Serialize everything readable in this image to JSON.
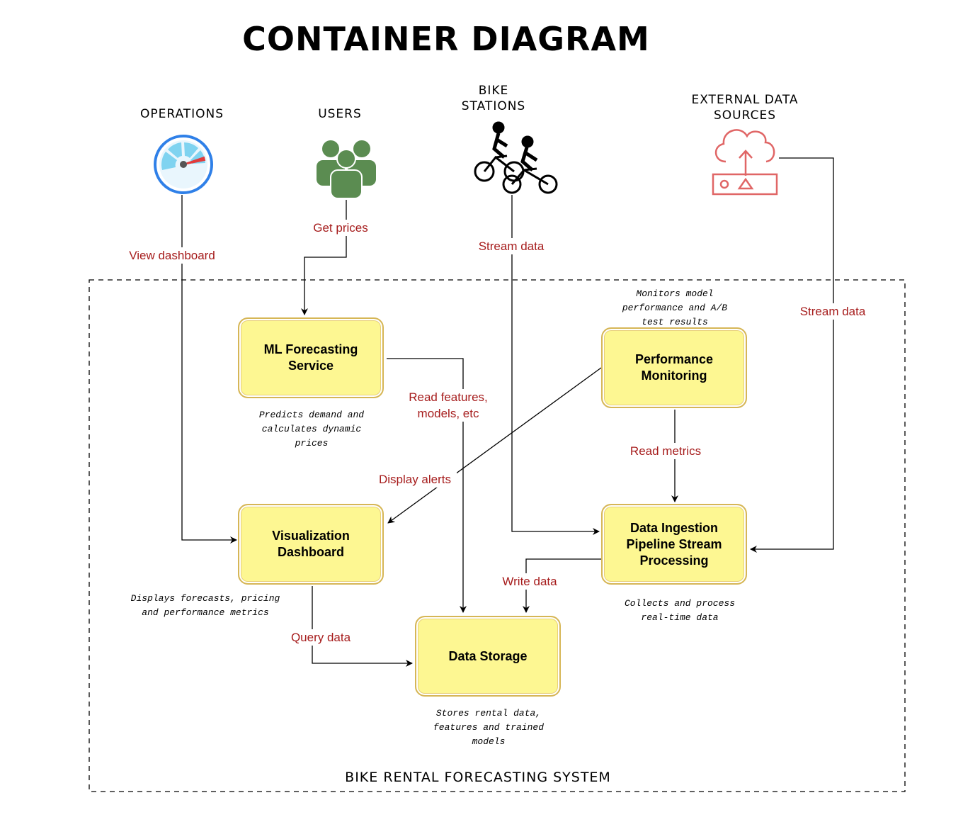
{
  "title": "CONTAINER DIAGRAM",
  "system_label": "BIKE RENTAL FORECASTING SYSTEM",
  "actors": {
    "operations": {
      "label": "OPERATIONS",
      "icon": "gauge-icon"
    },
    "users": {
      "label": "USERS",
      "icon": "users-icon"
    },
    "bike_stations": {
      "label": "BIKE\nSTATIONS",
      "icon": "cyclists-icon"
    },
    "external": {
      "label": "EXTERNAL DATA\nSOURCES",
      "icon": "cloud-upload-icon"
    }
  },
  "containers": {
    "ml": {
      "label": "ML Forecasting\nService",
      "desc": "Predicts demand and\ncalculates dynamic\nprices"
    },
    "perf": {
      "label": "Performance\nMonitoring",
      "desc": "Monitors model\nperformance and A/B\ntest results"
    },
    "viz": {
      "label": "Visualization\nDashboard",
      "desc": "Displays forecasts, pricing\nand performance metrics"
    },
    "ingest": {
      "label": "Data Ingestion\nPipeline Stream\nProcessing",
      "desc": "Collects and process\nreal-time data"
    },
    "storage": {
      "label": "Data Storage",
      "desc": "Stores rental data,\nfeatures and trained\nmodels"
    }
  },
  "edges": {
    "view_dashboard": "View dashboard",
    "get_prices": "Get prices",
    "stream_data_stations": "Stream data",
    "stream_data_external": "Stream data",
    "read_features": "Read features,\nmodels, etc",
    "display_alerts": "Display alerts",
    "read_metrics": "Read metrics",
    "write_data": "Write data",
    "query_data": "Query data"
  },
  "colors": {
    "box_fill": "#fdf792",
    "box_border": "#d6b656",
    "edge_label": "#a61c1c",
    "gauge_blue": "#2f80e8",
    "users_green": "#5b8c51",
    "cloud_red": "#e06666"
  }
}
